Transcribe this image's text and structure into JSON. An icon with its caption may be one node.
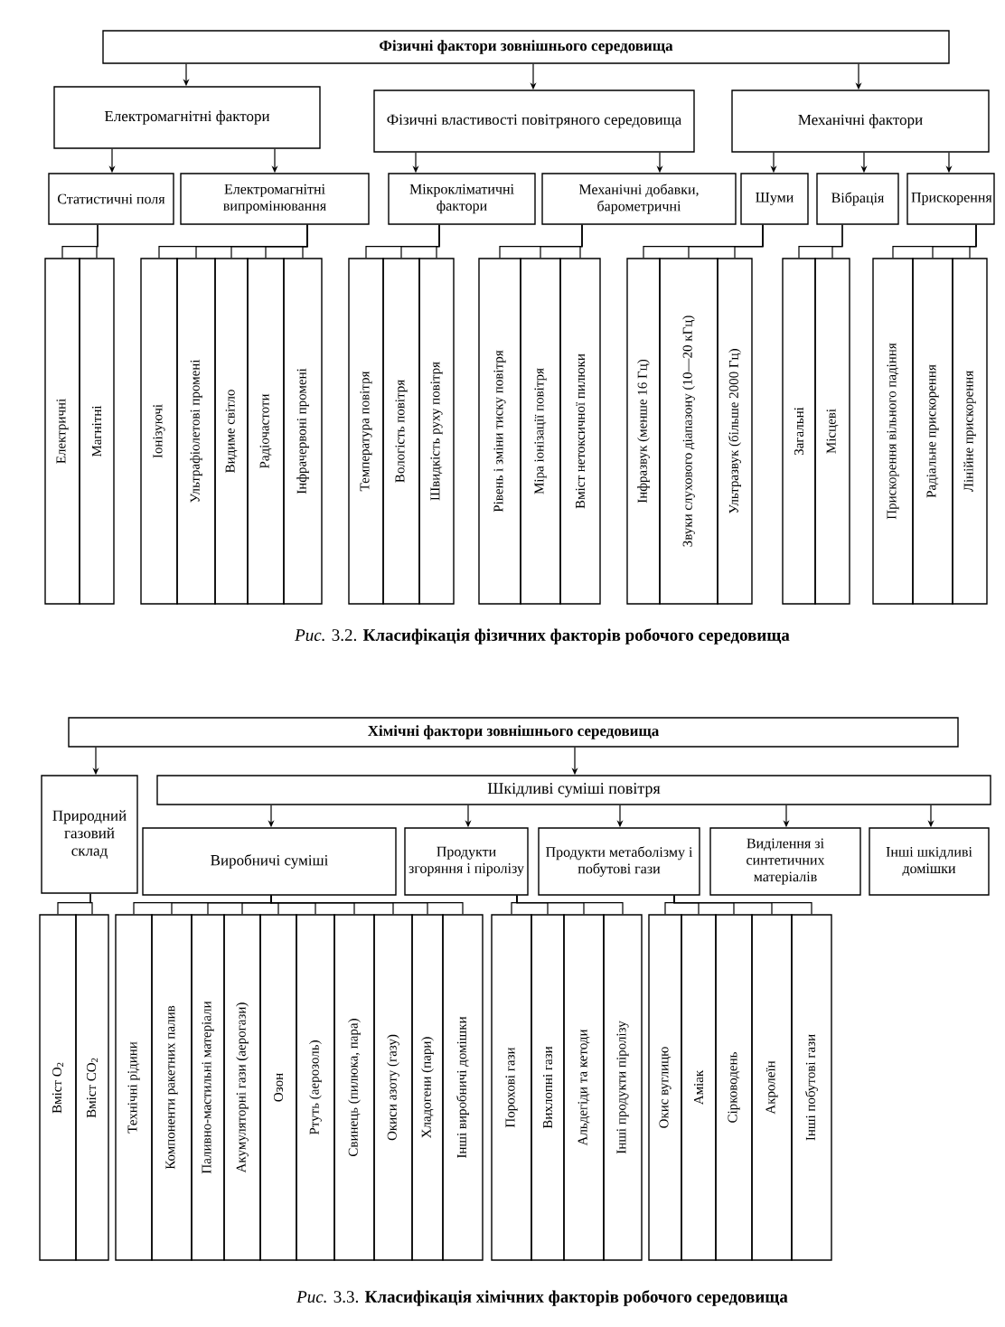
{
  "diagram": {
    "nodes": [
      {
        "text": [
          "Фізичні фактори зовнішнього середовища"
        ]
      },
      {
        "text": [
          "Електромагнітні фактори"
        ]
      },
      {
        "text": [
          "Фізичні властивості повітряного середовища"
        ]
      },
      {
        "text": [
          "Механічні фактори"
        ]
      },
      {
        "text": [
          "Статистичні поля"
        ]
      },
      {
        "text": [
          "Електромагнітні випромінювання"
        ]
      },
      {
        "text": [
          "Мікрокліматичні фактори"
        ]
      },
      {
        "text": [
          "Механічні добавки, барометричні"
        ]
      },
      {
        "text": [
          "Шуми"
        ]
      },
      {
        "text": [
          "Вібрація"
        ]
      },
      {
        "text": [
          "Прискорення"
        ]
      },
      {
        "text": [
          "Електричні"
        ]
      },
      {
        "text": [
          "Магнітні"
        ]
      },
      {
        "text": [
          "Іонізуючі"
        ]
      },
      {
        "text": [
          "Ультрафіолетові промені"
        ]
      },
      {
        "text": [
          "Видиме світло"
        ]
      },
      {
        "text": [
          "Радіочастоти"
        ]
      },
      {
        "text": [
          "Інфрачервоні промені"
        ]
      },
      {
        "text": [
          "Температура повітря"
        ]
      },
      {
        "text": [
          "Вологість повітря"
        ]
      },
      {
        "text": [
          "Швидкість руху повітря"
        ]
      },
      {
        "text": [
          "Рівень і зміни тиску повітря"
        ]
      },
      {
        "text": [
          "Міра іонізації повітря"
        ]
      },
      {
        "text": [
          "Вміст нетоксичної пилюки"
        ]
      },
      {
        "text": [
          "Інфразвук (менше 16 Гц)"
        ]
      },
      {
        "text": [
          "Звуки слухового діапазону (10—20 кГц)"
        ]
      },
      {
        "text": [
          "Ультразвук (більше 2000 Гц)"
        ]
      },
      {
        "text": [
          "Загальні"
        ]
      },
      {
        "text": [
          "Місцеві"
        ]
      },
      {
        "text": [
          "Прискорення вільного падіння"
        ]
      },
      {
        "text": [
          "Радіальне прискорення"
        ]
      },
      {
        "text": [
          "Лінійне прискорення"
        ]
      },
      {
        "text": [
          "Хімічні фактори зовнішнього середовища"
        ]
      },
      {
        "text": [
          "Природний газовий склад"
        ]
      },
      {
        "text": [
          "Шкідливі суміші повітря"
        ]
      },
      {
        "text": [
          "Виробничі суміші"
        ]
      },
      {
        "text": [
          "Продукти згоряння і піролізу"
        ]
      },
      {
        "text": [
          "Продукти метаболізму і побутові гази"
        ]
      },
      {
        "text": [
          "Виділення зі синтетичних матеріалів"
        ]
      },
      {
        "text": [
          "Інші шкідливі домішки"
        ]
      },
      {
        "text": [
          "Вміст O$_{2}$"
        ]
      },
      {
        "text": [
          "Вміст CO$_{2}$"
        ]
      },
      {
        "text": [
          "Технічні рідини"
        ]
      },
      {
        "text": [
          "Компоненти ракетних палив"
        ]
      },
      {
        "text": [
          "Паливно-мастильні матеріали"
        ]
      },
      {
        "text": [
          "Акумуляторні гази (аерогази)"
        ]
      },
      {
        "text": [
          "Озон"
        ]
      },
      {
        "text": [
          "Ртуть (аерозоль)"
        ]
      },
      {
        "text": [
          "Свинець (пилюка, пара)"
        ]
      },
      {
        "text": [
          "Окиси азоту (газу)"
        ]
      },
      {
        "text": [
          "Хладогени (пари)"
        ]
      },
      {
        "text": [
          "Інші виробничі домішки"
        ]
      },
      {
        "text": [
          "Порохові гази"
        ]
      },
      {
        "text": [
          "Вихлопні гази"
        ]
      },
      {
        "text": [
          "Альдегіди та кетоди"
        ]
      },
      {
        "text": [
          "Інші продукти піролізу"
        ]
      },
      {
        "text": [
          "Окис вуглицю"
        ]
      },
      {
        "text": [
          "Аміак"
        ]
      },
      {
        "text": [
          "Сірководень"
        ]
      },
      {
        "text": [
          "Акролеїн"
        ]
      },
      {
        "text": [
          "Інші побутові гази"
        ]
      }
    ],
    "edges": [
      {
        "from": 0,
        "to": 1,
        "arrow": "to"
      },
      {
        "from": 0,
        "to": 2,
        "arrow": "to"
      },
      {
        "from": 0,
        "to": 3,
        "arrow": "to"
      },
      {
        "from": 1,
        "to": 4,
        "arrow": "to"
      },
      {
        "from": 1,
        "to": 5,
        "arrow": "to"
      },
      {
        "from": 2,
        "to": 6,
        "arrow": "to"
      },
      {
        "from": 2,
        "to": 7,
        "arrow": "to"
      },
      {
        "from": 3,
        "to": 8,
        "arrow": "to"
      },
      {
        "from": 3,
        "to": 9,
        "arrow": "to"
      },
      {
        "from": 3,
        "to": 10,
        "arrow": "to"
      },
      {
        "from": 4,
        "to": 11,
        "arrow": "none"
      },
      {
        "from": 4,
        "to": 12,
        "arrow": "none"
      },
      {
        "from": 5,
        "to": 13,
        "arrow": "none"
      },
      {
        "from": 5,
        "to": 14,
        "arrow": "none"
      },
      {
        "from": 5,
        "to": 15,
        "arrow": "none"
      },
      {
        "from": 5,
        "to": 16,
        "arrow": "none"
      },
      {
        "from": 5,
        "to": 17,
        "arrow": "none"
      },
      {
        "from": 6,
        "to": 18,
        "arrow": "none"
      },
      {
        "from": 6,
        "to": 19,
        "arrow": "none"
      },
      {
        "from": 6,
        "to": 20,
        "arrow": "none"
      },
      {
        "from": 7,
        "to": 21,
        "arrow": "none"
      },
      {
        "from": 7,
        "to": 22,
        "arrow": "none"
      },
      {
        "from": 7,
        "to": 23,
        "arrow": "none"
      },
      {
        "from": 8,
        "to": 24,
        "arrow": "none"
      },
      {
        "from": 8,
        "to": 25,
        "arrow": "none"
      },
      {
        "from": 8,
        "to": 26,
        "arrow": "none"
      },
      {
        "from": 9,
        "to": 27,
        "arrow": "none"
      },
      {
        "from": 9,
        "to": 28,
        "arrow": "none"
      },
      {
        "from": 10,
        "to": 29,
        "arrow": "none"
      },
      {
        "from": 10,
        "to": 30,
        "arrow": "none"
      },
      {
        "from": 10,
        "to": 31,
        "arrow": "none"
      },
      {
        "from": 32,
        "to": 33,
        "arrow": "to"
      },
      {
        "from": 32,
        "to": 34,
        "arrow": "to"
      },
      {
        "from": 34,
        "to": 35,
        "arrow": "to"
      },
      {
        "from": 34,
        "to": 36,
        "arrow": "to"
      },
      {
        "from": 34,
        "to": 37,
        "arrow": "to"
      },
      {
        "from": 34,
        "to": 38,
        "arrow": "to"
      },
      {
        "from": 34,
        "to": 39,
        "arrow": "to"
      },
      {
        "from": 33,
        "to": 40,
        "arrow": "none"
      },
      {
        "from": 33,
        "to": 41,
        "arrow": "none"
      },
      {
        "from": 35,
        "to": 42,
        "arrow": "none"
      },
      {
        "from": 35,
        "to": 43,
        "arrow": "none"
      },
      {
        "from": 35,
        "to": 44,
        "arrow": "none"
      },
      {
        "from": 35,
        "to": 45,
        "arrow": "none"
      },
      {
        "from": 35,
        "to": 46,
        "arrow": "none"
      },
      {
        "from": 35,
        "to": 47,
        "arrow": "none"
      },
      {
        "from": 35,
        "to": 48,
        "arrow": "none"
      },
      {
        "from": 35,
        "to": 49,
        "arrow": "none"
      },
      {
        "from": 35,
        "to": 50,
        "arrow": "none"
      },
      {
        "from": 35,
        "to": 51,
        "arrow": "none"
      },
      {
        "from": 36,
        "to": 52,
        "arrow": "none"
      },
      {
        "from": 36,
        "to": 53,
        "arrow": "none"
      },
      {
        "from": 36,
        "to": 54,
        "arrow": "none"
      },
      {
        "from": 36,
        "to": 55,
        "arrow": "none"
      },
      {
        "from": 37,
        "to": 56,
        "arrow": "none"
      },
      {
        "from": 37,
        "to": 57,
        "arrow": "none"
      },
      {
        "from": 37,
        "to": 58,
        "arrow": "none"
      },
      {
        "from": 37,
        "to": 59,
        "arrow": "none"
      },
      {
        "from": 37,
        "to": 60,
        "arrow": "none"
      }
    ],
    "labels": [
      "*Рис.* 3.2. **Класифікація фізичних факторів робочого середовища**",
      "*Рис.* 3.3. **Класифікація хімічних факторів робочого середовища**"
    ]
  }
}
